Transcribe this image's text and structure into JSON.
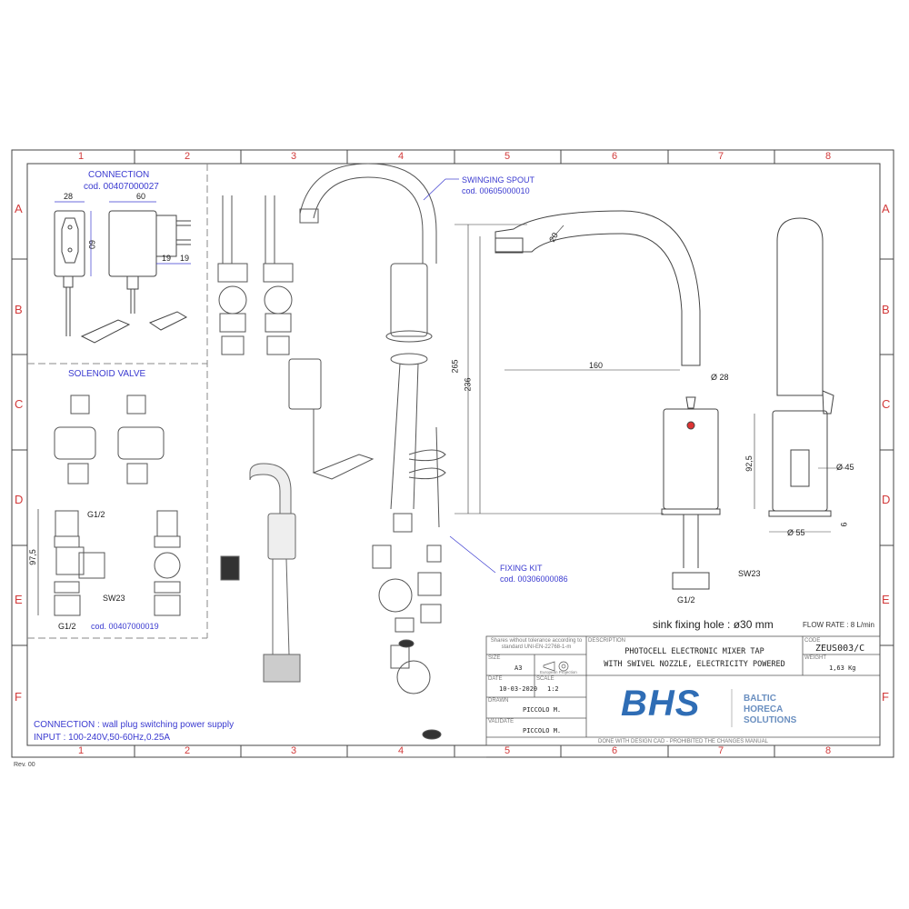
{
  "grid": {
    "columns": [
      "1",
      "2",
      "3",
      "4",
      "5",
      "6",
      "7",
      "8"
    ],
    "rows": [
      "A",
      "B",
      "C",
      "D",
      "E",
      "F"
    ]
  },
  "connection": {
    "title": "CONNECTION",
    "code": "cod. 00407000027",
    "dims": {
      "width_front": "28",
      "width_side": "60",
      "height": "60",
      "pin_a": "19",
      "pin_b": "19"
    }
  },
  "solenoid_valve": {
    "title": "SOLENOID VALVE",
    "code": "cod. 00407000019",
    "dims": {
      "thread_top": "G1/2",
      "height": "97,5",
      "wrench": "SW23",
      "thread_bottom": "G1/2"
    }
  },
  "notes": {
    "connection_note": "CONNECTION : wall plug switching power supply",
    "input_note": "INPUT : 100-240V,50-60Hz,0.25A",
    "revision": "Rev. 00"
  },
  "callouts": {
    "swinging_spout": {
      "title": "SWINGING SPOUT",
      "code": "cod. 00605000010"
    },
    "fixing_kit": {
      "title": "FIXING KIT",
      "code": "cod. 00306000086"
    }
  },
  "side_view_dims": {
    "total_height": "265",
    "spout_height": "236",
    "nozzle": "20",
    "reach": "160",
    "spout_diameter": "Ø 28",
    "body_height": "92,5",
    "wrench": "SW23",
    "thread": "G1/2"
  },
  "front_view_dims": {
    "body_diameter": "Ø 45",
    "base_diameter": "Ø 55",
    "base_height": "6"
  },
  "sink_hole": "sink fixing hole : ø30 mm",
  "flow_rate": "FLOW RATE : 8 L/min",
  "title_block": {
    "tolerance_note": "Shares without tolerance according to standard UNI-EN-22768-1-m",
    "size_label": "SIZE",
    "size": "A3",
    "projection": "European Projection",
    "date_label": "DATE",
    "date": "10-03-2020",
    "scale_label": "SCALE",
    "scale": "1:2",
    "drawn_label": "DRAWN",
    "drawn": "PICCOLO M.",
    "validate_label": "VALIDATE",
    "validate": "PICCOLO M.",
    "description_label": "DESCRIPTION",
    "description_1": "PHOTOCELL ELECTRONIC MIXER TAP",
    "description_2": "WITH SWIVEL NOZZLE, ELECTRICITY POWERED",
    "code_label": "CODE",
    "code": "ZEUS003/C",
    "weight_label": "WEIGHT",
    "weight": "1,63 Kg",
    "logo_text": "BHS",
    "company_1": "BALTIC",
    "company_2": "HORECA",
    "company_3": "SOLUTIONS",
    "footer": "DONE WITH DESIGN CAD - PROHIBITED THE CHANGES MANUAL",
    "brand_color": "#2f6db5"
  }
}
